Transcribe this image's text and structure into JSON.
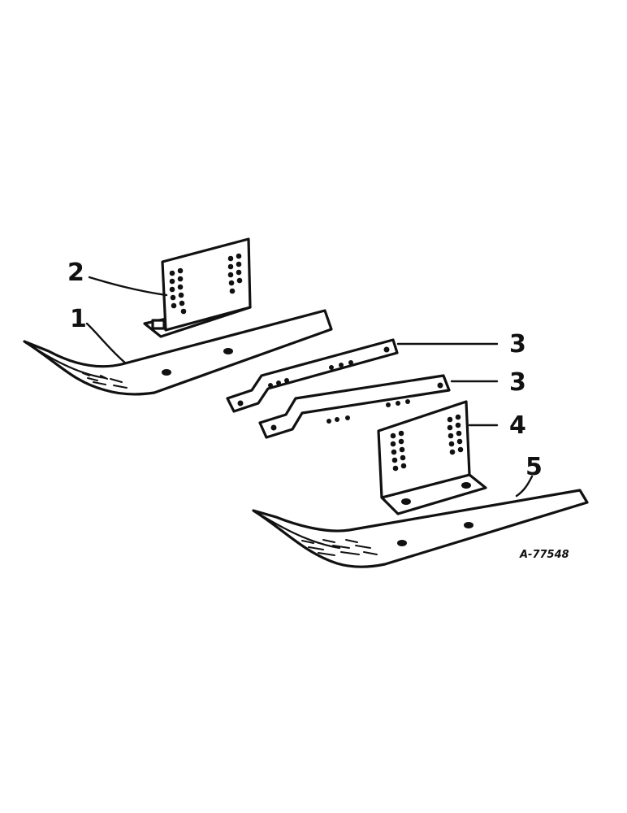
{
  "callouts": {
    "c1": "1",
    "c2": "2",
    "c3a": "3",
    "c3b": "3",
    "c4": "4",
    "c5": "5"
  },
  "figure_number": "A-77548"
}
